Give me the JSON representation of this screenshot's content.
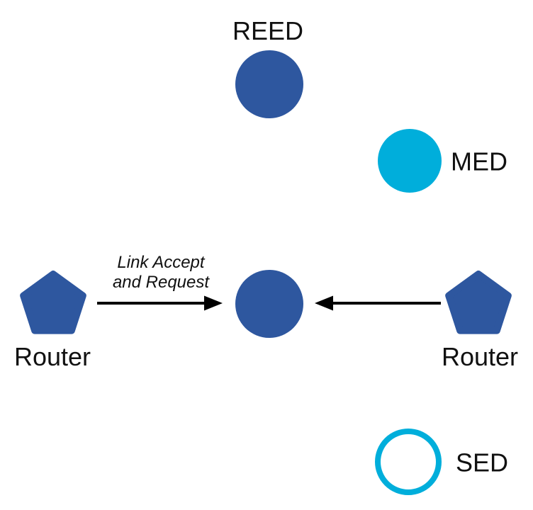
{
  "diagram": {
    "colors": {
      "node_blue": "#2E579F",
      "device_cyan": "#00AEDB",
      "line_black": "#000000",
      "text_black": "#111111"
    },
    "nodes": {
      "reed": {
        "label": "REED",
        "shape": "filled-circle-blue"
      },
      "med": {
        "label": "MED",
        "shape": "filled-circle-cyan"
      },
      "center": {
        "label": "",
        "shape": "filled-circle-blue"
      },
      "router_left": {
        "label": "Router",
        "shape": "pentagon-blue"
      },
      "router_right": {
        "label": "Router",
        "shape": "pentagon-blue"
      },
      "sed": {
        "label": "SED",
        "shape": "outlined-circle-cyan"
      }
    },
    "edges": {
      "left_router_to_center": {
        "label_line1": "Link Accept",
        "label_line2": "and Request",
        "direction": "arrow-right"
      },
      "right_router_to_center": {
        "label": "",
        "direction": "arrow-left"
      }
    }
  }
}
